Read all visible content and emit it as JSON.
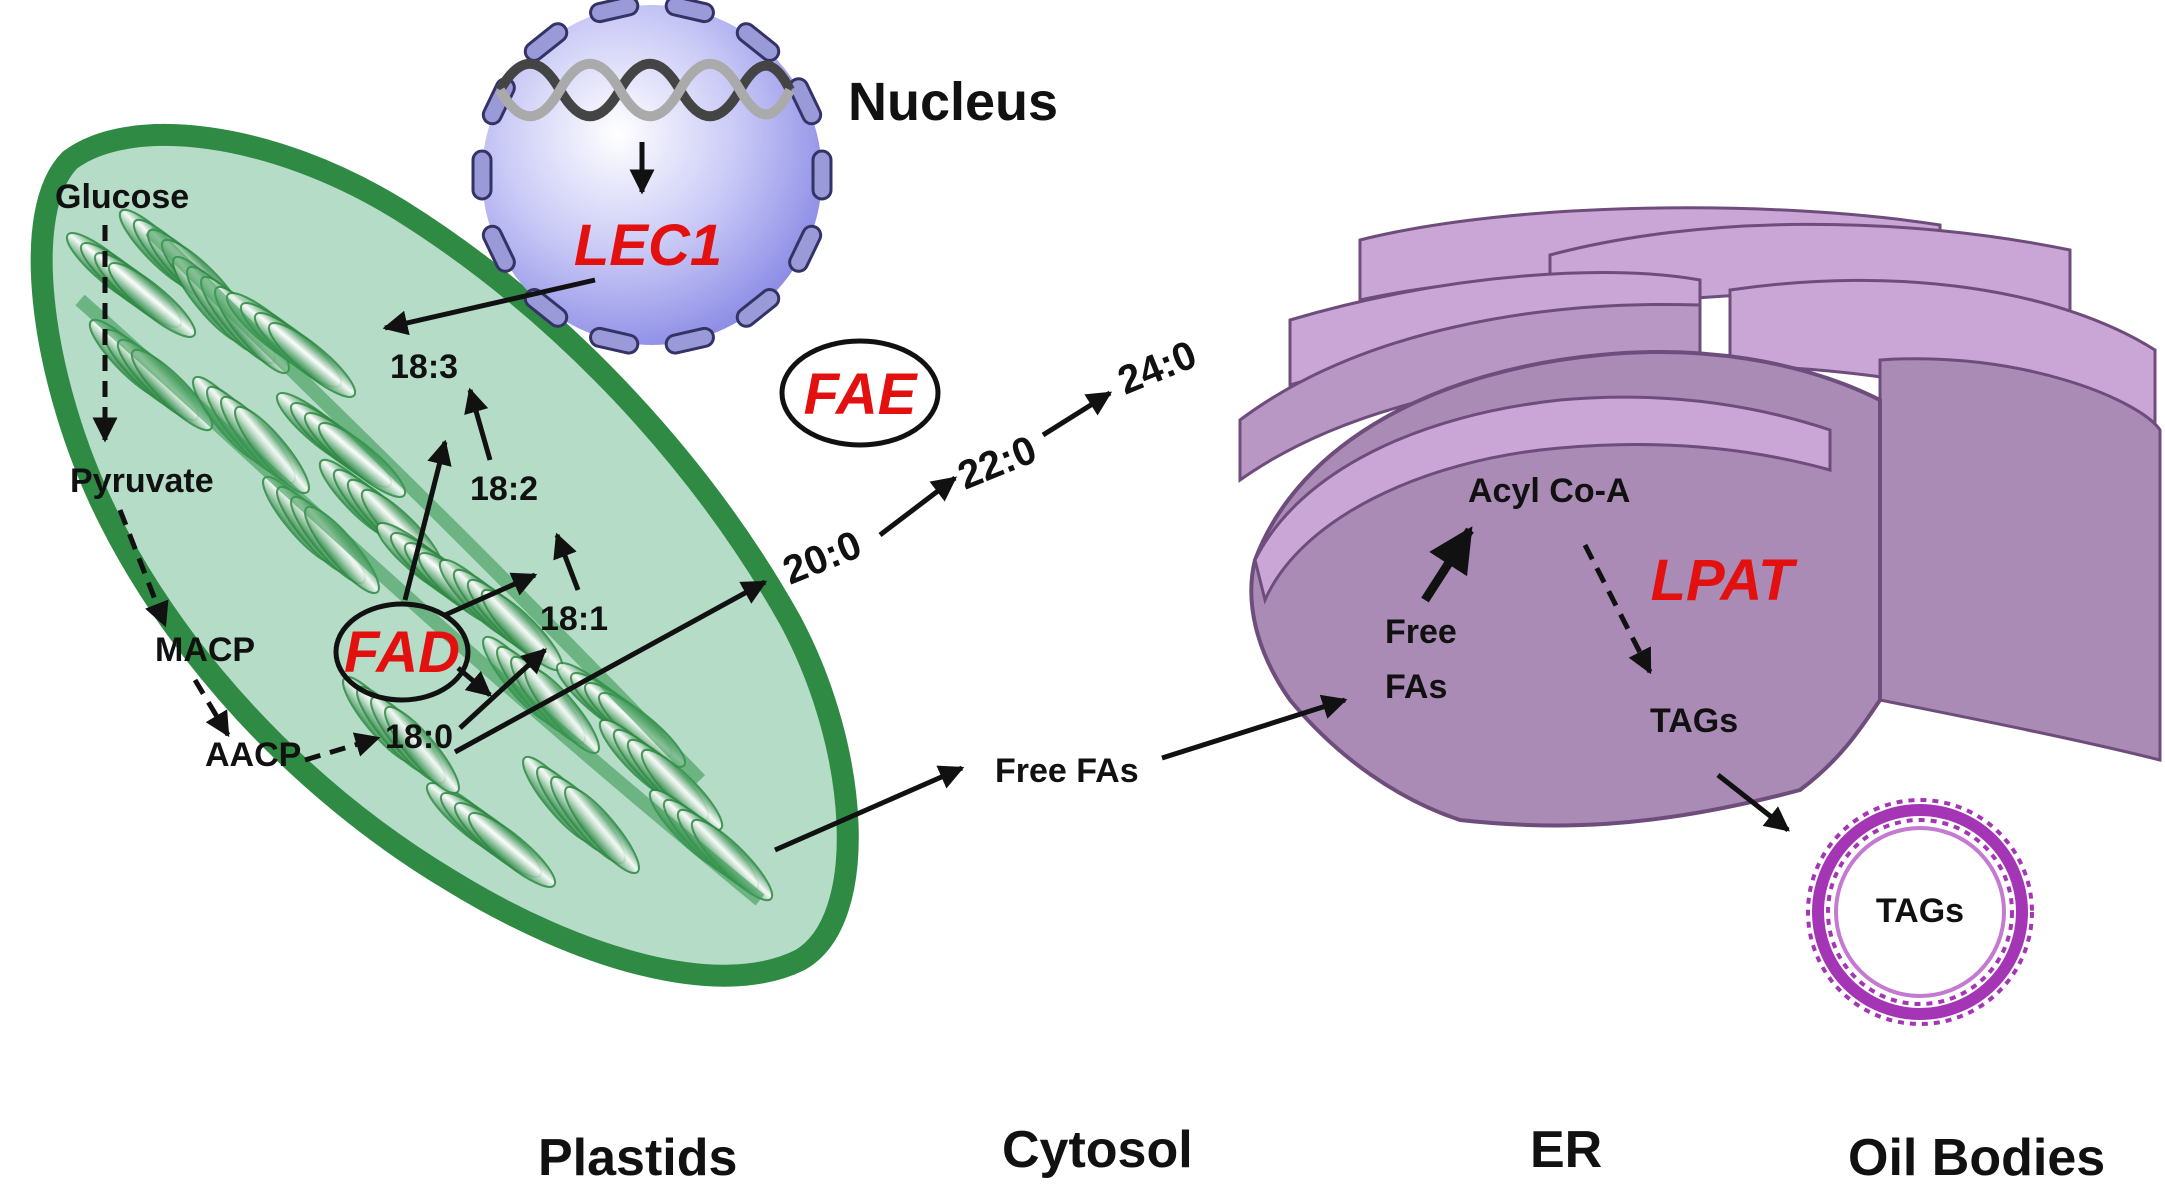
{
  "colors": {
    "plastid_outer": "#2f8a43",
    "plastid_inner": "#b5dcc6",
    "thylakoid": "#3c9a55",
    "er_fill": "#a98bb5",
    "er_light": "#c9a6d6",
    "er_stroke": "#6e4d7c",
    "nucleus_fill": "#b8b8f2",
    "oil_body": "#a436b5",
    "enzyme_text": "#e31010",
    "text": "#111111"
  },
  "regions": {
    "plastids": "Plastids",
    "cytosol": "Cytosol",
    "er": "ER",
    "oil_bodies": "Oil Bodies"
  },
  "nucleus": {
    "label": "Nucleus",
    "gene": "LEC1"
  },
  "plastid": {
    "glucose": "Glucose",
    "pyruvate": "Pyruvate",
    "macp": "MACP",
    "aacp": "AACP",
    "fa_180": "18:0",
    "fa_181": "18:1",
    "fa_182": "18:2",
    "fa_183": "18:3",
    "enzyme": "FAD"
  },
  "cytosol": {
    "enzyme": "FAE",
    "fa_200": "20:0",
    "fa_220": "22:0",
    "fa_240": "24:0",
    "free_fas": "Free FAs"
  },
  "er": {
    "free_label_1": "Free",
    "free_label_2": "FAs",
    "acyl_coa": "Acyl Co-A",
    "enzyme": "LPAT",
    "tags": "TAGs"
  },
  "oil_body": {
    "tags": "TAGs"
  }
}
